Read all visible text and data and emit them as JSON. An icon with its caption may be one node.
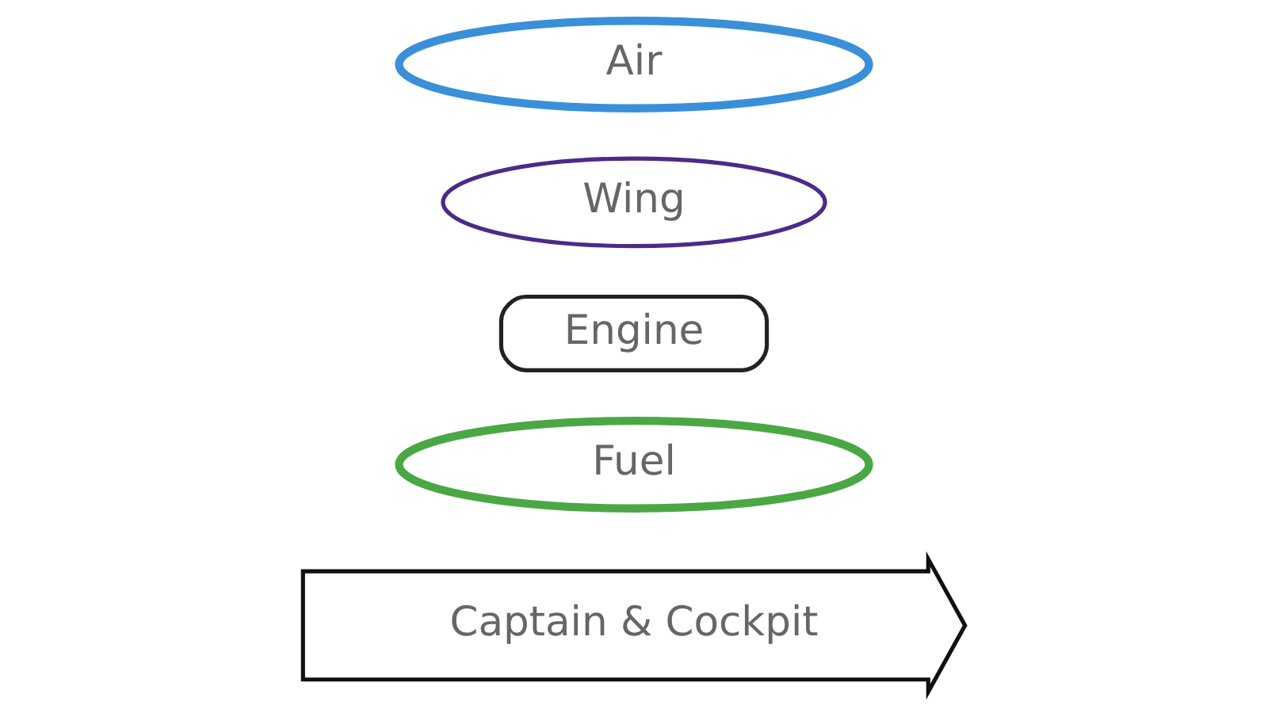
{
  "diagram": {
    "nodes": [
      {
        "text": [
          "Air"
        ]
      },
      {
        "text": [
          "Wing"
        ]
      },
      {
        "text": [
          "Engine"
        ]
      },
      {
        "text": [
          "Fuel"
        ]
      },
      {
        "text": [
          "Captain & Cockpit"
        ]
      }
    ]
  }
}
